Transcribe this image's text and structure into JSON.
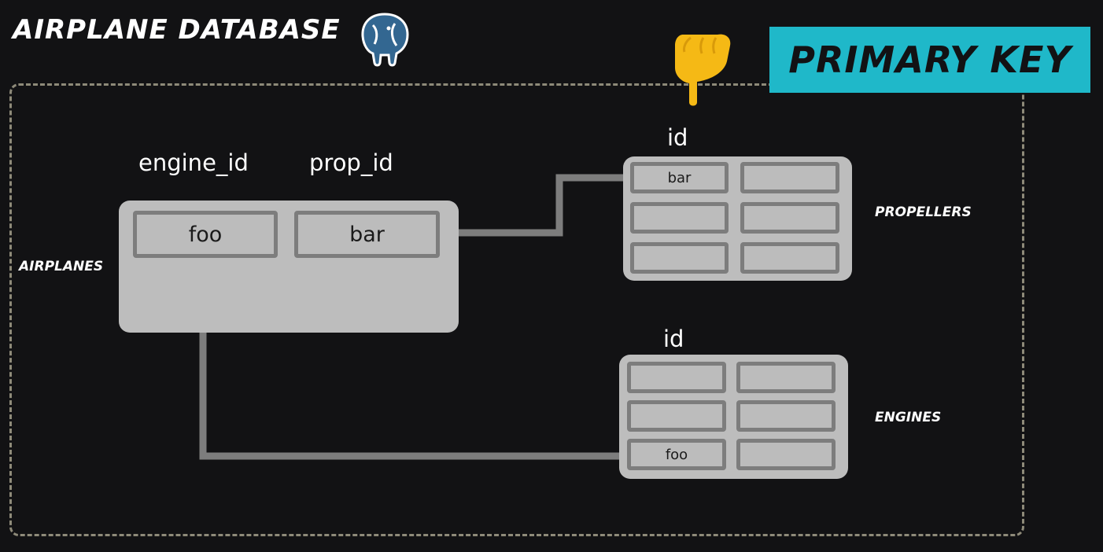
{
  "header": {
    "title": "AIRPLANE DATABASE",
    "logo_icon": "postgresql-elephant-icon"
  },
  "banner": {
    "text": "PRIMARY KEY",
    "color": "#1fb8c9",
    "pointer_icon": "pointing-down-hand-icon"
  },
  "tables": {
    "airplanes": {
      "label": "AIRPLANES",
      "columns": [
        {
          "header": "engine_id",
          "value": "foo"
        },
        {
          "header": "prop_id",
          "value": "bar"
        }
      ]
    },
    "propellers": {
      "label": "PROPELLERS",
      "key_header": "id",
      "rows": [
        [
          "bar",
          ""
        ],
        [
          "",
          ""
        ],
        [
          "",
          ""
        ]
      ]
    },
    "engines": {
      "label": "ENGINES",
      "key_header": "id",
      "rows": [
        [
          "",
          ""
        ],
        [
          "",
          ""
        ],
        [
          "foo",
          ""
        ]
      ]
    }
  },
  "links": [
    {
      "from": "airplanes.prop_id",
      "to": "propellers.id"
    },
    {
      "from": "airplanes.engine_id",
      "to": "engines.id"
    }
  ]
}
